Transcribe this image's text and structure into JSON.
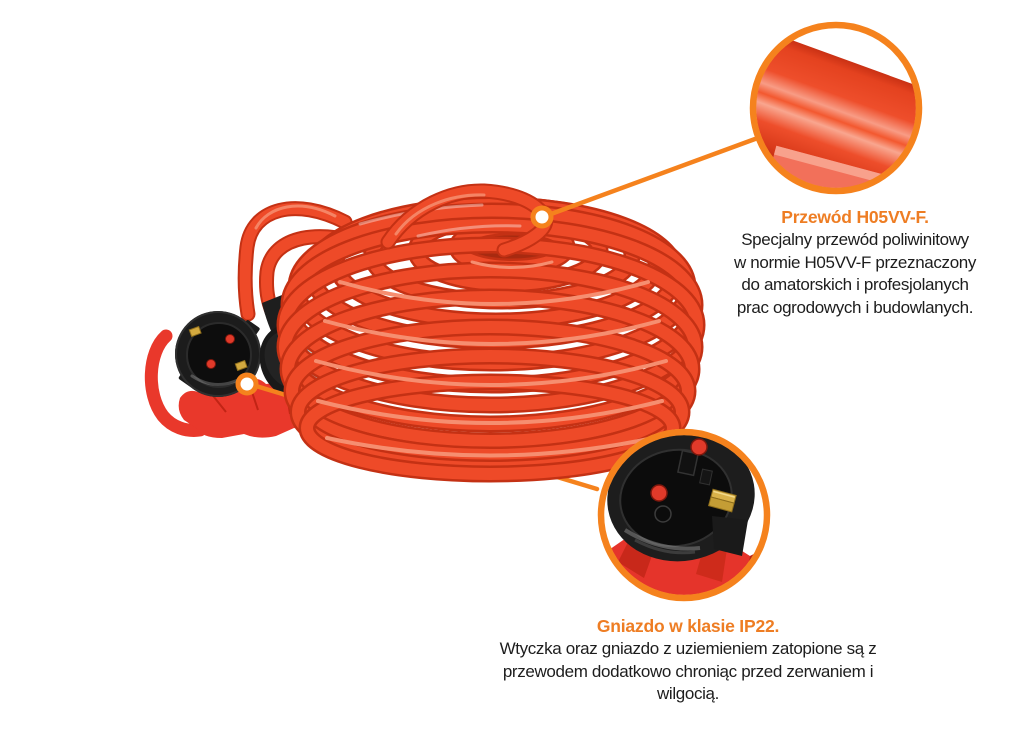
{
  "callouts": [
    {
      "id": "cable",
      "title": "Przewód H05VV-F.",
      "lines": [
        "Specjalny przewód poliwinitowy",
        "w normie H05VV-F przeznaczony",
        "do amatorskich i profesjolanych",
        "prac ogrodowych i budowlanych."
      ]
    },
    {
      "id": "socket",
      "title": "Gniazdo w klasie IP22.",
      "lines": [
        "Wtyczka oraz gniazdo z uziemieniem zatopione są z",
        "przewodem dodatkowo chroniąc przed zerwaniem i",
        "wilgocią."
      ]
    }
  ],
  "colors": {
    "background": "#FFFFFF",
    "accent_orange": "#F5821D",
    "title_orange": "#EE7D23",
    "body_text": "#1D1D1D",
    "cable_red": "#EE4A28",
    "cable_shadow": "#C43114",
    "cable_highlight": "#F68E70",
    "plastic_red": "#E9382B",
    "housing_black": "#1C1C1C",
    "brass": "#D3A93F"
  },
  "photo": {
    "subject": "coiled orange extension cord with grounded plug and IP22 socket, two magnified detail callout circles"
  }
}
